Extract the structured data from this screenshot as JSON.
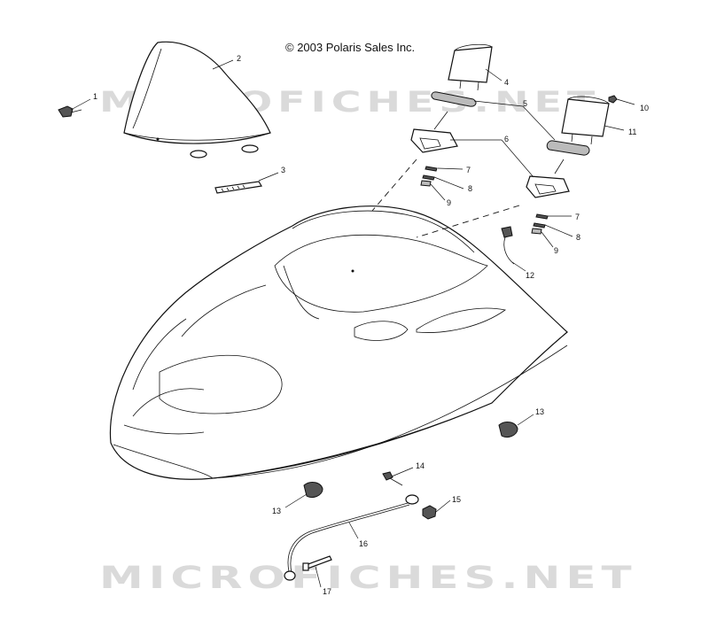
{
  "header": {
    "copyright": "© 2003 Polaris Sales Inc."
  },
  "watermark": {
    "text_top": "MICROFICHES.NET",
    "text_bottom": "MICROFICHES.NET"
  },
  "callouts": {
    "c1": "1",
    "c2": "2",
    "c3": "3",
    "c4": "4",
    "c5": "5",
    "c6": "6",
    "c7a": "7",
    "c7b": "7",
    "c8a": "8",
    "c8b": "8",
    "c9a": "9",
    "c9b": "9",
    "c10": "10",
    "c11": "11",
    "c12": "12",
    "c13a": "13",
    "c13b": "13",
    "c14": "14",
    "c15": "15",
    "c16": "16",
    "c17": "17"
  }
}
